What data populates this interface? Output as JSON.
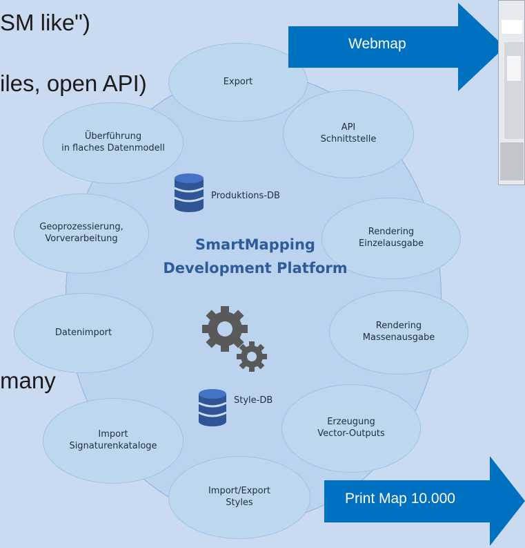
{
  "background_text": {
    "line1": "SM like\")",
    "line2": "iles, open API)",
    "line3": "many"
  },
  "diagram": {
    "center_title": [
      "SmartMapping",
      "Development Platform"
    ],
    "nodes": {
      "export": [
        "Export"
      ],
      "api": [
        "API",
        "Schnittstelle"
      ],
      "ueberfuehrung": [
        "Überführung",
        "in flaches Datenmodell"
      ],
      "geoprozessierung": [
        "Geoprozessierung,",
        "Vorverarbeitung"
      ],
      "rendering_einzel": [
        "Rendering",
        "Einzelausgabe"
      ],
      "datenimport": [
        "Datenimport"
      ],
      "rendering_masse": [
        "Rendering",
        "Massenausgabe"
      ],
      "import_signaturen": [
        "Import",
        "Signaturenkataloge"
      ],
      "erzeugung_vector": [
        "Erzeugung",
        "Vector-Outputs"
      ],
      "import_export_styles": [
        "Import/Export",
        "Styles"
      ]
    },
    "databases": {
      "produktion": "Produktions-DB",
      "style": "Style-DB"
    }
  },
  "arrows": {
    "webmap": "Webmap",
    "print": "Print Map 10.000"
  },
  "colors": {
    "background": "#c9daf1",
    "node_fill": "#bdd7ee",
    "arrow": "#0070c0",
    "title": "#2e5c9a",
    "icon": "#2f5597",
    "gear": "#595959"
  }
}
